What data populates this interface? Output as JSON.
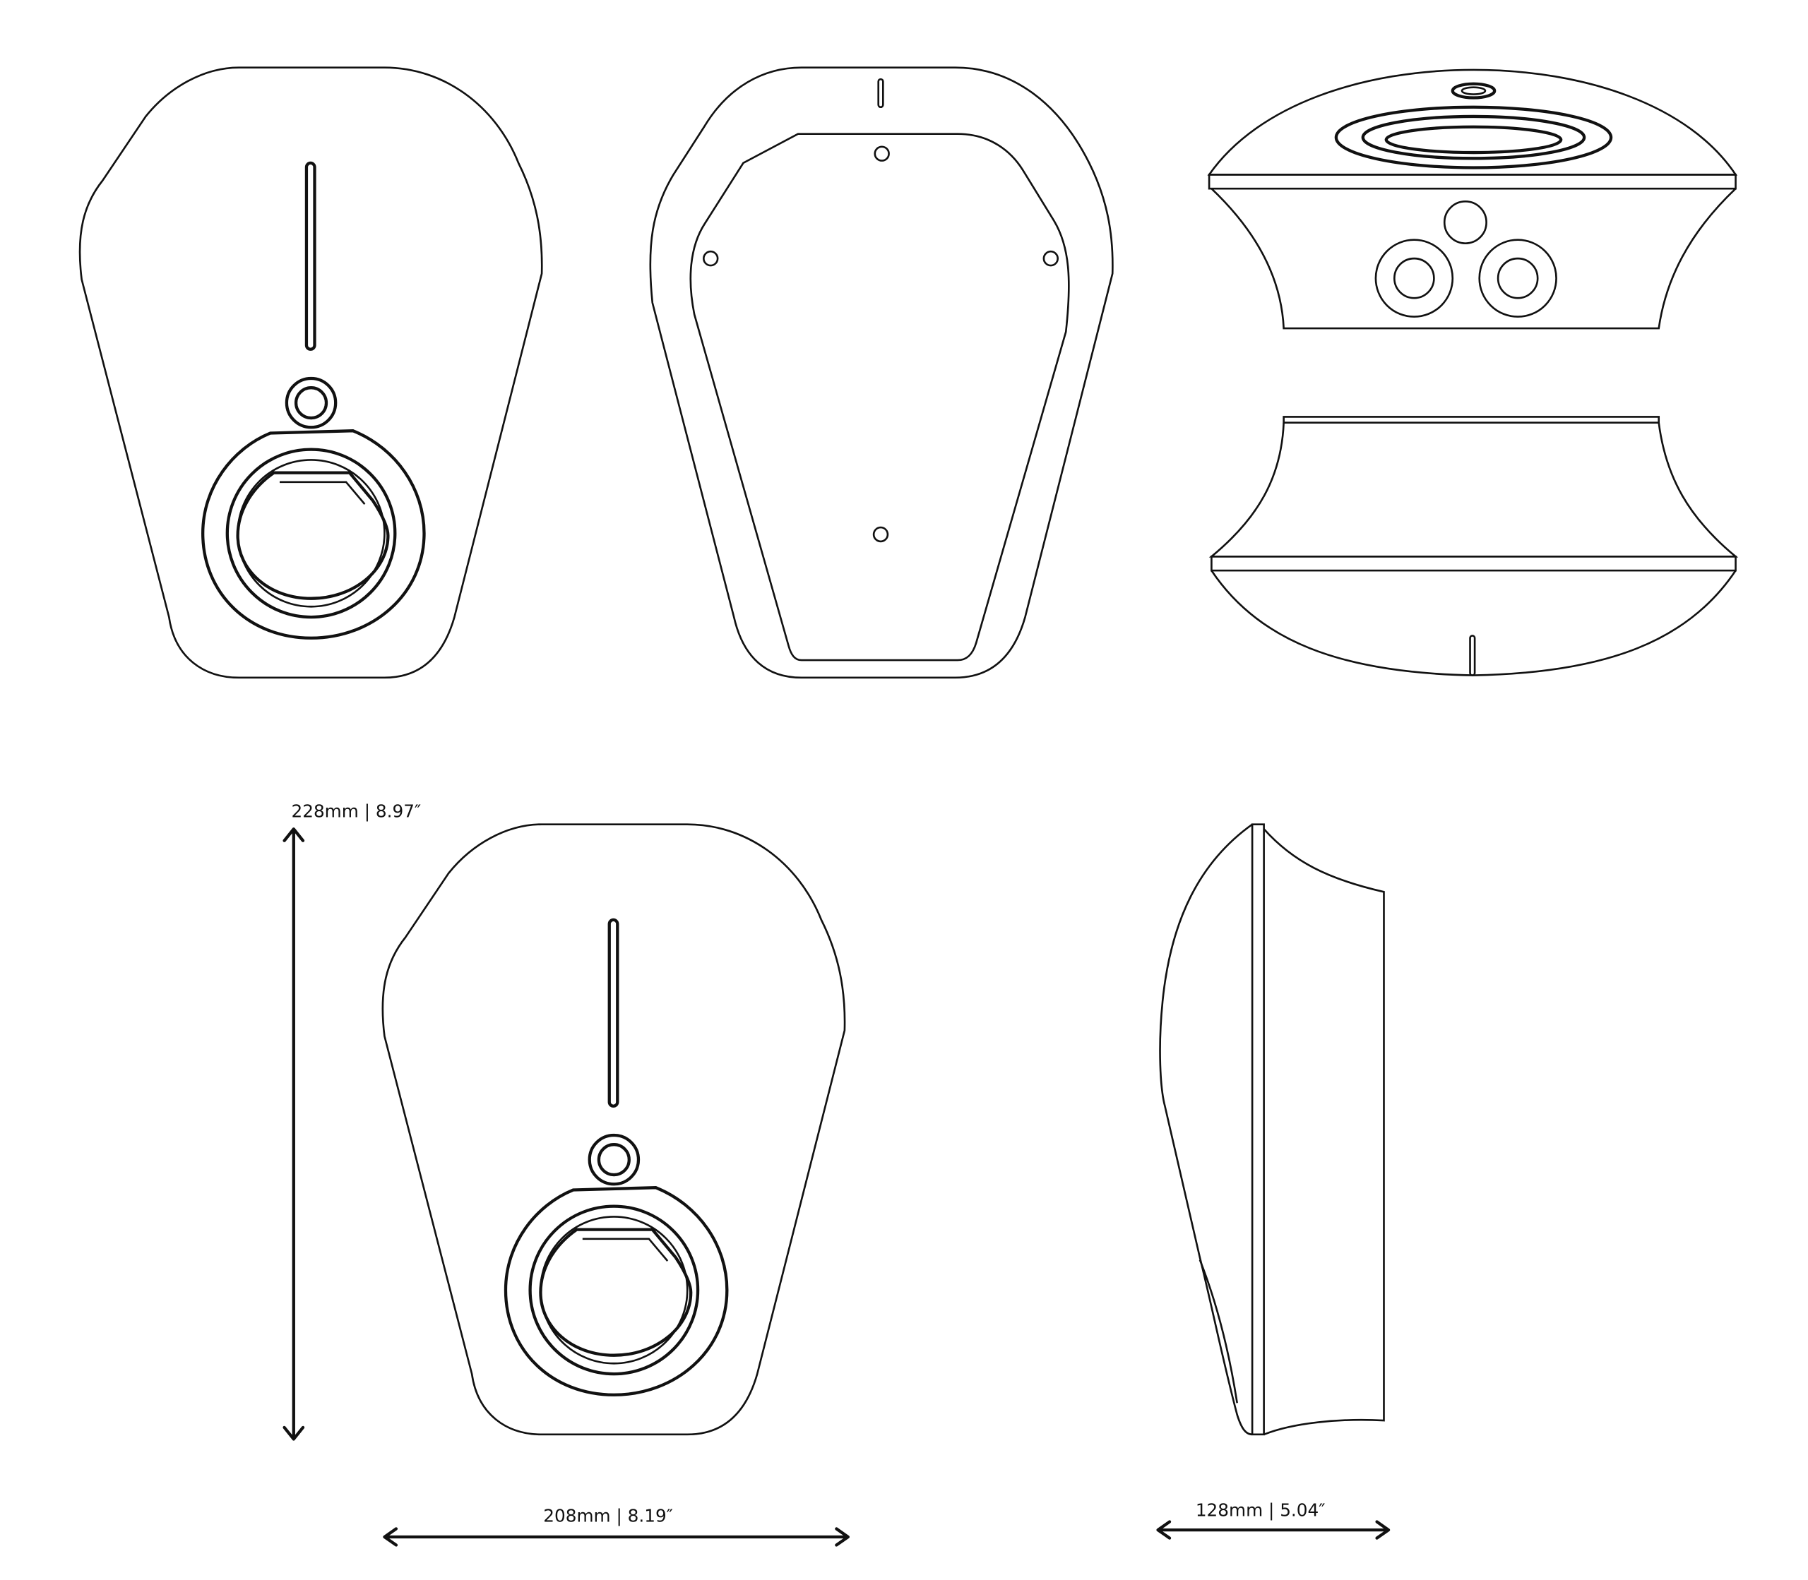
{
  "dimensions": {
    "height_label": "228mm | 8.97″",
    "width_label": "208mm | 8.19″",
    "depth_label": "128mm | 5.04″"
  },
  "colors": {
    "line": "#111111",
    "background": "#ffffff"
  }
}
